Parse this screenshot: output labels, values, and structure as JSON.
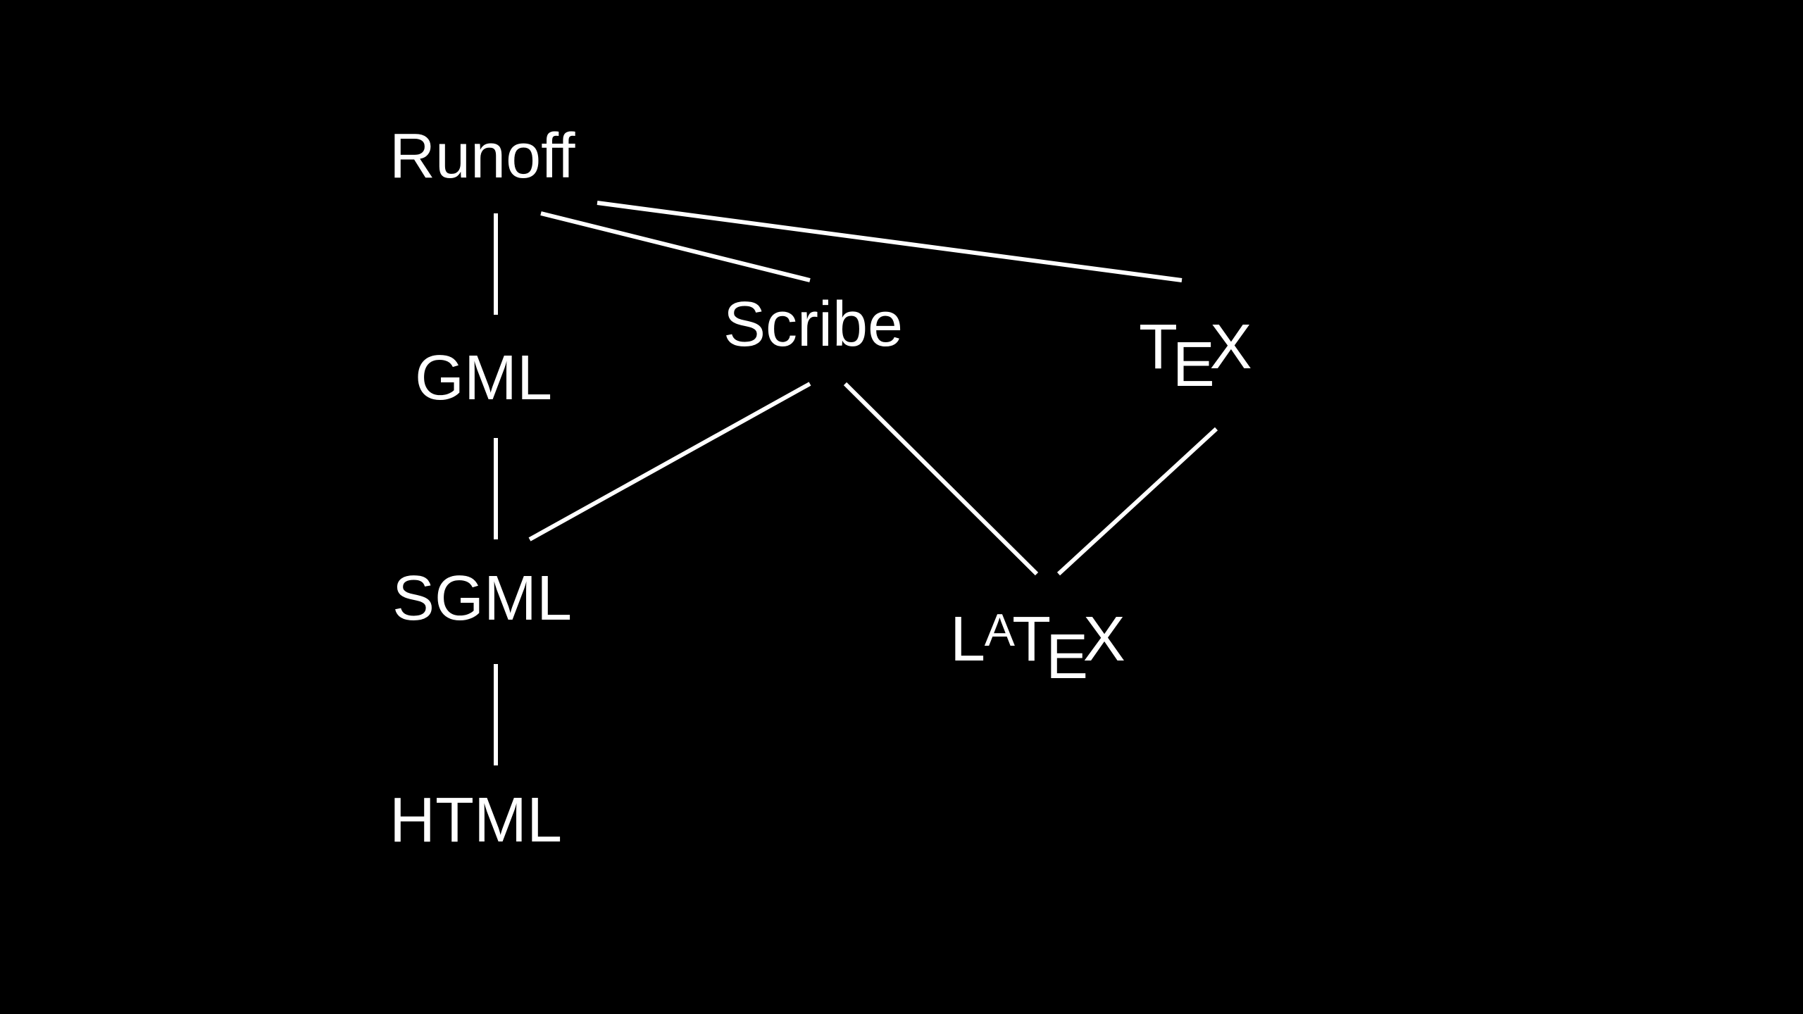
{
  "diagram": {
    "nodes": {
      "runoff": {
        "label": "Runoff"
      },
      "gml": {
        "label": "GML"
      },
      "sgml": {
        "label": "SGML"
      },
      "html": {
        "label": "HTML"
      },
      "scribe": {
        "label": "Scribe"
      },
      "tex": {
        "t": "T",
        "e": "E",
        "x": "X"
      },
      "latex": {
        "l": "L",
        "a": "A",
        "t": "T",
        "e": "E",
        "x": "X"
      }
    },
    "edges": [
      {
        "from": "Runoff",
        "to": "GML"
      },
      {
        "from": "Runoff",
        "to": "Scribe"
      },
      {
        "from": "Runoff",
        "to": "TEX"
      },
      {
        "from": "GML",
        "to": "SGML"
      },
      {
        "from": "Scribe",
        "to": "SGML"
      },
      {
        "from": "Scribe",
        "to": "LATEX"
      },
      {
        "from": "TEX",
        "to": "LATEX"
      },
      {
        "from": "SGML",
        "to": "HTML"
      }
    ],
    "colors": {
      "background": "#000000",
      "foreground": "#ffffff"
    }
  }
}
